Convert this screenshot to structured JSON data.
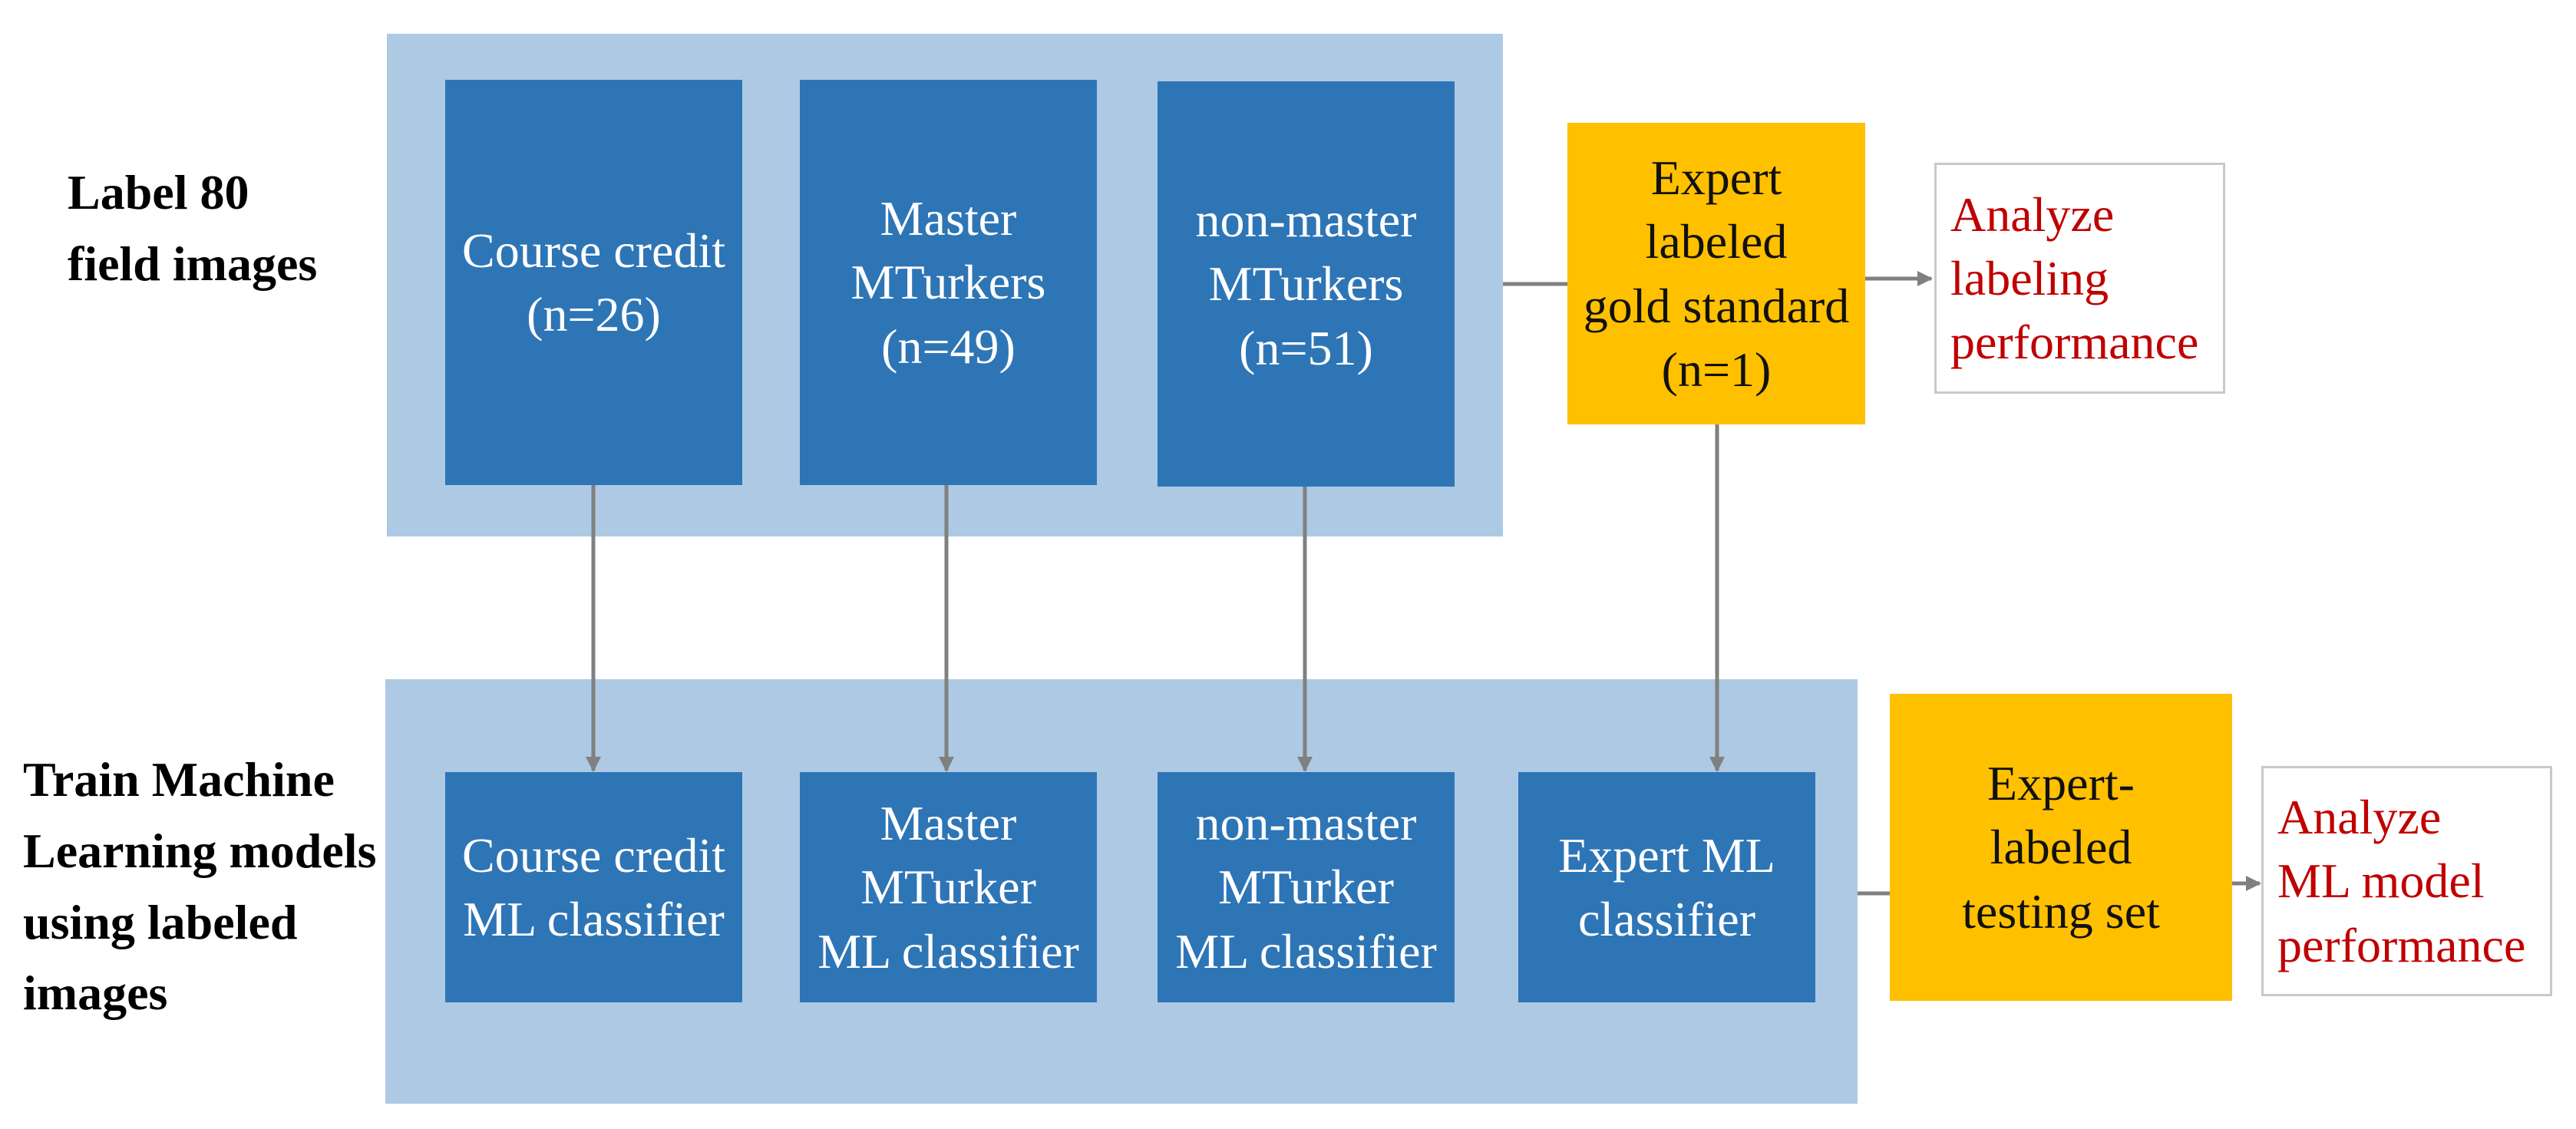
{
  "side_labels": {
    "top": "Label 80\nfield images",
    "bottom": "Train Machine\nLearning models\nusing labeled\nimages"
  },
  "top_row": {
    "course_credit": "Course credit\n(n=26)",
    "master": "Master\nMTurkers\n(n=49)",
    "non_master": "non-master\nMTurkers\n(n=51)",
    "expert_gold": "Expert\nlabeled\ngold standard\n(n=1)",
    "analyze_labeling": "Analyze\nlabeling\nperformance"
  },
  "bottom_row": {
    "course_credit": "Course credit\nML classifier",
    "master": "Master\nMTurker\nML classifier",
    "non_master": "non-master\nMTurker\nML classifier",
    "expert": "Expert ML\nclassifier",
    "testing_set": "Expert-\nlabeled\ntesting set",
    "analyze_ml": "Analyze\nML model\nperformance"
  },
  "colors": {
    "panel": "#adc9e4",
    "box_blue": "#2e75b6",
    "box_gold": "#ffc000",
    "outcome_text": "#c00000",
    "connector": "#808080"
  }
}
